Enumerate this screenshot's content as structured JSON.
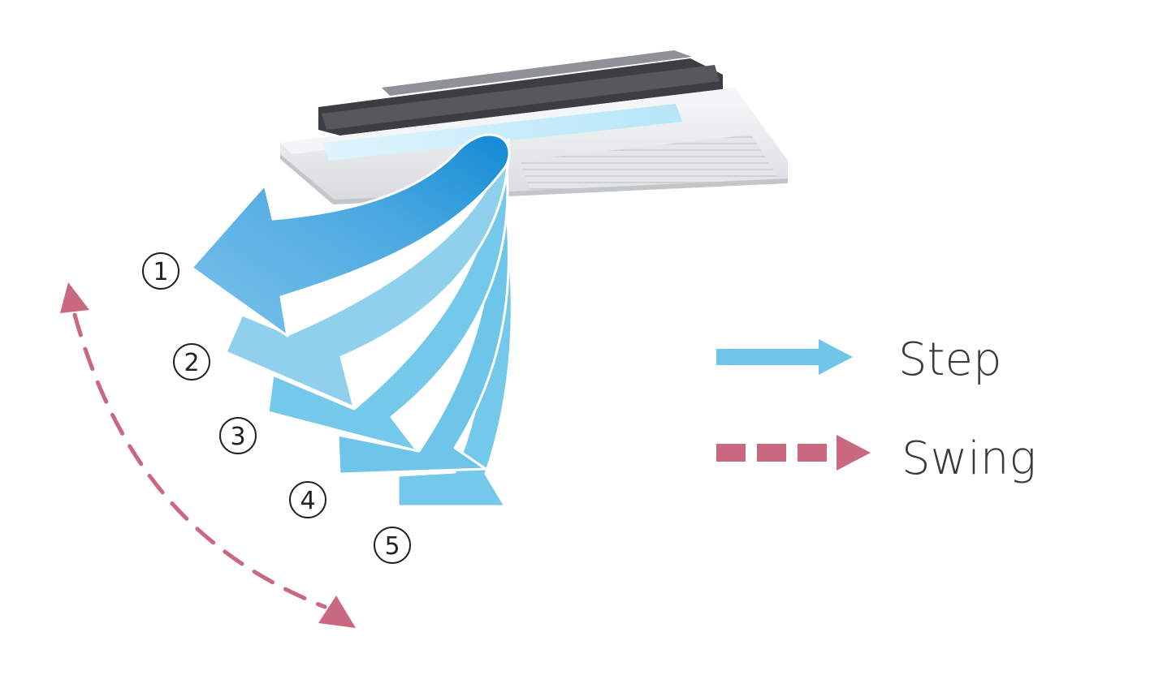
{
  "positions": [
    {
      "label": "1"
    },
    {
      "label": "2"
    },
    {
      "label": "3"
    },
    {
      "label": "4"
    },
    {
      "label": "5"
    }
  ],
  "legend": {
    "step_label": "Step",
    "swing_label": "Swing"
  },
  "colors": {
    "step_arrow": "#6ec6e8",
    "swing_arrow": "#c9687e",
    "airflow_dark": "#1f8fd6",
    "airflow_light": "#8fd0ec",
    "unit_body": "#eceef0",
    "unit_vent": "#c9ecf9"
  },
  "icons": {
    "unit": "ceiling-cassette-icon",
    "step": "step-arrow-icon",
    "swing": "swing-arrow-icon"
  }
}
